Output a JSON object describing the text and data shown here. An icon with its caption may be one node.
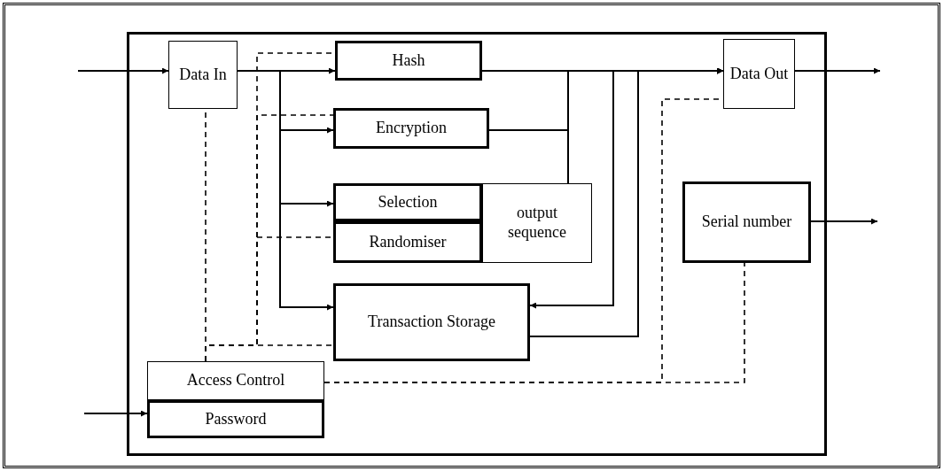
{
  "diagram": {
    "nodes": [
      {
        "text": [
          "Data In"
        ]
      },
      {
        "text": [
          "Hash"
        ]
      },
      {
        "text": [
          "Encryption"
        ]
      },
      {
        "text": [
          "Selection"
        ]
      },
      {
        "text": [
          "Randomiser"
        ]
      },
      {
        "text": [
          "output sequence"
        ]
      },
      {
        "text": [
          "Transaction Storage"
        ]
      },
      {
        "text": [
          "Data Out"
        ]
      },
      {
        "text": [
          "Serial number"
        ]
      },
      {
        "text": [
          "Access Control"
        ]
      },
      {
        "text": [
          "Password"
        ]
      }
    ],
    "edges": [
      {
        "from": null,
        "to": 0,
        "arrow": "to"
      },
      {
        "from": 0,
        "to": 1,
        "arrow": "to"
      },
      {
        "from": 0,
        "to": 2,
        "arrow": "to"
      },
      {
        "from": 0,
        "to": 3,
        "arrow": "to"
      },
      {
        "from": 0,
        "to": 6,
        "arrow": "to"
      },
      {
        "from": 1,
        "to": 7,
        "arrow": "to"
      },
      {
        "from": 2,
        "to": 7,
        "arrow": "to"
      },
      {
        "from": 5,
        "to": 7,
        "arrow": "to"
      },
      {
        "from": 1,
        "to": 6,
        "arrow": "to"
      },
      {
        "from": 6,
        "to": 7,
        "arrow": "to"
      },
      {
        "from": 7,
        "to": null,
        "arrow": "to"
      },
      {
        "from": 8,
        "to": null,
        "arrow": "to"
      },
      {
        "from": null,
        "to": 10,
        "arrow": "to"
      },
      {
        "from": 9,
        "to": 0,
        "arrow": "none",
        "style": "dashed"
      },
      {
        "from": 9,
        "to": 6,
        "arrow": "none",
        "style": "dashed"
      },
      {
        "from": 9,
        "to": 1,
        "arrow": "none",
        "style": "dashed"
      },
      {
        "from": 9,
        "to": 2,
        "arrow": "none",
        "style": "dashed"
      },
      {
        "from": 9,
        "to": 4,
        "arrow": "none",
        "style": "dashed"
      },
      {
        "from": 9,
        "to": 7,
        "arrow": "none",
        "style": "dashed"
      },
      {
        "from": 9,
        "to": 8,
        "arrow": "none",
        "style": "dashed"
      }
    ]
  }
}
